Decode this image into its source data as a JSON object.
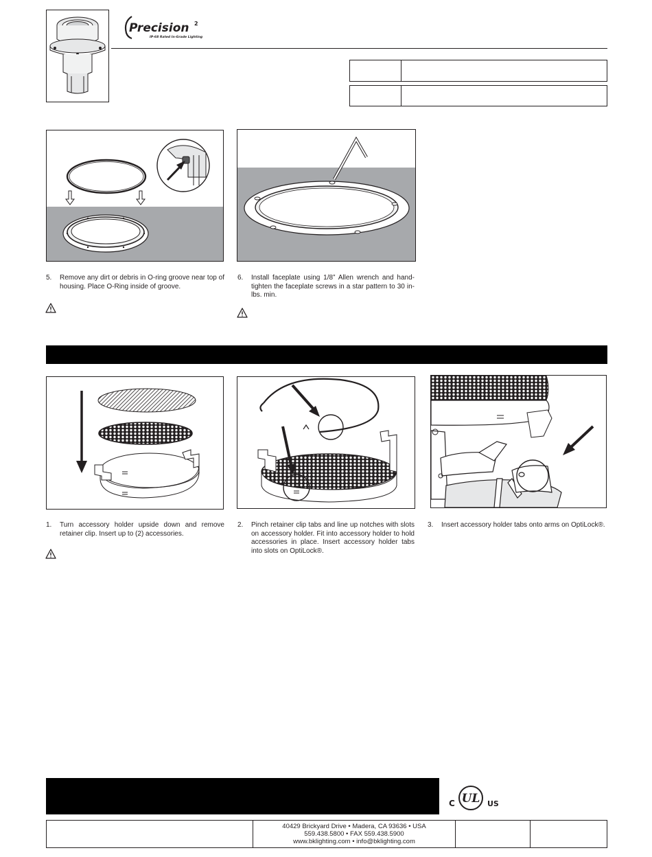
{
  "header": {
    "logo_text": "Precision",
    "logo_superscript": "2",
    "logo_tagline": "IP-68 Rated In-Grade Lighting"
  },
  "install_steps": [
    {
      "number": "5.",
      "text": "Remove any dirt or debris in O-ring groove near top of housing. Place O-Ring inside of groove."
    },
    {
      "number": "6.",
      "text": "Install faceplate using 1/8” Allen wrench and hand-tighten the faceplate screws in a star pattern to 30 in-lbs. min."
    }
  ],
  "accessory_steps": [
    {
      "number": "1.",
      "text": "Turn accessory holder upside down and remove retainer clip.  Insert up to (2) accessories."
    },
    {
      "number": "2.",
      "text": "Pinch retainer clip tabs and line up notches with slots on accessory holder. Fit into accessory holder to hold accessories in place. Insert accessory holder tabs into slots on  OptiLock®."
    },
    {
      "number": "3.",
      "text": "Insert accessory holder tabs onto arms on OptiLock®."
    }
  ],
  "certification": {
    "left": "C",
    "mark": "UL",
    "right": "US"
  },
  "footer": {
    "address": "40429 Brickyard Drive • Madera, CA 93636 • USA",
    "phone": "559.438.5800 • FAX 559.438.5900",
    "web": "www.bklighting.com • info@bklighting.com"
  },
  "icons": {
    "warning": "warning-triangle-icon",
    "arrow": "arrow-icon"
  },
  "colors": {
    "ink": "#231f20",
    "ground": "#a7a9ac",
    "bar": "#000000"
  }
}
